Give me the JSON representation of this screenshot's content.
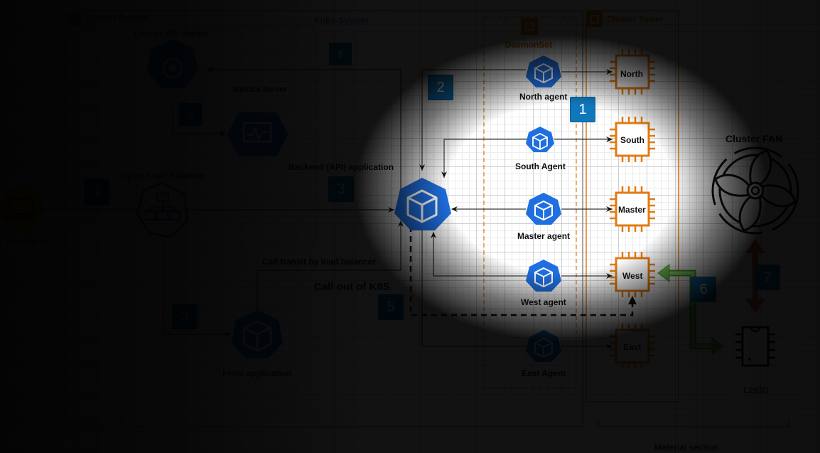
{
  "groups": {
    "cluster_control": "Cluster Control",
    "kube_system": "Kube-System",
    "daemonset": "DaemonSet",
    "cluster_tower": "Cluster Tower",
    "material_section": "Material section"
  },
  "nodes": {
    "cluster_api_server": "Cluster API Server",
    "metrics_server": "Metrics Server",
    "nginx_load_balancer": "Nginx Load Balancer",
    "backend_application": "Backend (API) application",
    "front_application": "Front application",
    "user_laptop": "User/laptop",
    "call_transit": "Call transit by load balancer",
    "call_out": "Call out of K8S",
    "cluster_fan": "Cluster FAN",
    "driver_chip": "L293D"
  },
  "agents": [
    {
      "label": "North agent"
    },
    {
      "label": "South Agent"
    },
    {
      "label": "Master agent"
    },
    {
      "label": "West agent"
    },
    {
      "label": "East Agent"
    }
  ],
  "towers": [
    {
      "label": "North"
    },
    {
      "label": "South"
    },
    {
      "label": "Master"
    },
    {
      "label": "West"
    },
    {
      "label": "East"
    }
  ],
  "badges": {
    "b1": "1",
    "b2": "2",
    "b3_backend": "3",
    "b3_front": "3",
    "b4": "4",
    "b5": "5",
    "b6": "6",
    "b7": "7",
    "b_api": "$",
    "b_metrics": "$"
  },
  "colors": {
    "k8s_blue": "#1f6fe0",
    "cloud_blue": "#2a7be4",
    "aws_orange": "#e07b12",
    "nginx_purple": "#7b2fb8",
    "badge_blue": "#1177bb",
    "fan_arrow_red": "#e04848",
    "link_green": "#6cc04a",
    "laptop_yellow": "#f0b400"
  }
}
